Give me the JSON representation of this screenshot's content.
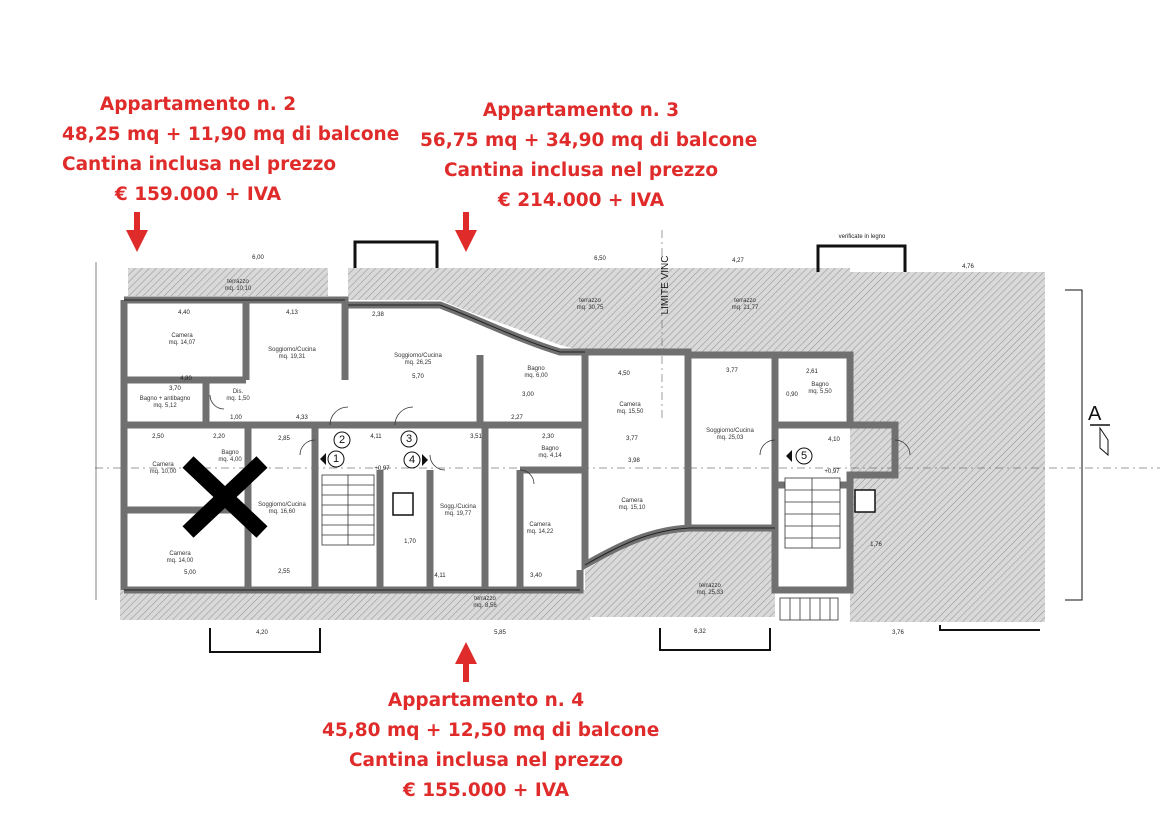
{
  "callouts": {
    "apt2": {
      "title": "Appartamento n. 2",
      "area": "48,25  mq + 11,90 mq di balcone",
      "cellar": "Cantina inclusa nel prezzo",
      "price": "€ 159.000 + IVA"
    },
    "apt3": {
      "title": "Appartamento n. 3",
      "area": "56,75 mq + 34,90 mq di balcone",
      "cellar": "Cantina inclusa nel prezzo",
      "price": "€ 214.000 + IVA"
    },
    "apt4": {
      "title": "Appartamento n. 4",
      "area": "45,80 mq + 12,50 mq di balcone",
      "cellar": "Cantina inclusa nel prezzo",
      "price": "€ 155.000 + IVA"
    }
  },
  "plan": {
    "section_label": "A",
    "limit_label": "LIMITE VINC",
    "veranda_label": "verificate in legno",
    "apartment_numbers": [
      "1",
      "2",
      "3",
      "4",
      "5"
    ],
    "rooms": {
      "terrazzo_1": [
        "terrazzo",
        "mq. 10,10"
      ],
      "terrazzo_2": [
        "terrazzo",
        "mq. 30,75"
      ],
      "terrazzo_3": [
        "terrazzo",
        "mq. 21,77"
      ],
      "terrazzo_4": [
        "terrazzo",
        "mq. 8,56"
      ],
      "terrazzo_5": [
        "terrazzo",
        "mq. 25,33"
      ],
      "camera_1": [
        "Camera",
        "mq. 14,07"
      ],
      "soggiorno_1": [
        "Soggiorno/Cucina",
        "mq. 19,31"
      ],
      "soggiorno_2": [
        "Soggiorno/Cucina",
        "mq. 26,25"
      ],
      "bagno_1": [
        "Bagno + antibagno",
        "mq. 5,12"
      ],
      "dis_1": [
        "Dis.",
        "mq. 1,50"
      ],
      "bagno_2": [
        "Bagno",
        "mq. 6,00"
      ],
      "camera_2": [
        "Camera",
        "mq. 15,50"
      ],
      "soggiorno_3": [
        "Soggiorno/Cucina",
        "mq. 25,03"
      ],
      "bagno_3": [
        "Bagno",
        "mq. 5,50"
      ],
      "camera_3": [
        "Camera",
        "mq. 10,00"
      ],
      "bagno_4": [
        "Bagno",
        "mq. 4,00"
      ],
      "soggiorno_4": [
        "Soggiorno/Cucina",
        "mq. 16,60"
      ],
      "camera_4": [
        "Camera",
        "mq. 14,00"
      ],
      "bagno_5": [
        "Bagno",
        "mq. 4,14"
      ],
      "soggiorno_5": [
        "Sogg./Cucina",
        "mq. 19,77"
      ],
      "camera_5": [
        "Camera",
        "mq. 14,22"
      ],
      "camera_6": [
        "Camera",
        "mq. 15,10"
      ]
    },
    "dimensions": [
      "6,00",
      "6,50",
      "4,27",
      "4,76",
      "4,40",
      "4,13",
      "2,38",
      "4,50",
      "3,77",
      "2,61",
      "3,70",
      "4,80",
      "5,70",
      "1,00",
      "4,33",
      "2,27",
      "3,77",
      "2,50",
      "2,20",
      "2,85",
      "4,11",
      "3,51",
      "2,30",
      "3,98",
      "4,10",
      "5,00",
      "2,55",
      "4,11",
      "3,40",
      "1,70",
      "1,76",
      "4,20",
      "5,85",
      "6,32",
      "3,76",
      "0,90",
      "3,00",
      "+0,97",
      "+0,97"
    ]
  }
}
